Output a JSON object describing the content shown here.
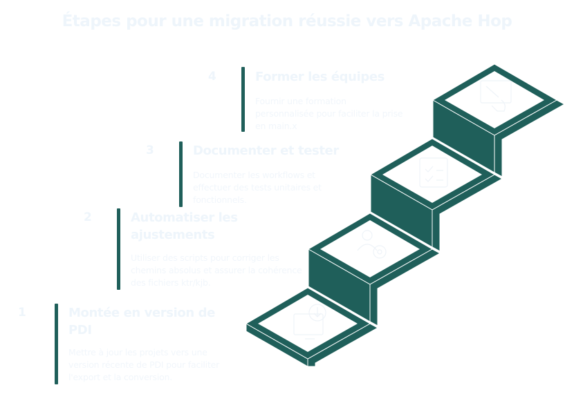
{
  "title": "Étapes pour une migration réussie vers Apache Hop",
  "colors": {
    "accent": "#1f5f5a",
    "text_faint": "#eef5fb",
    "background": "#ffffff"
  },
  "steps": [
    {
      "number": "1",
      "title": "Montée en version de PDI",
      "description": "Mettre à jour les projets vers une version récente de PDI pour faciliter l'export et la conversion.",
      "icon": "monitor-download-icon"
    },
    {
      "number": "2",
      "title": "Automatiser les ajustements",
      "description": "Utiliser des scripts pour corriger les chemins absolus et assurer la cohérence des fichiers ktr/kjb.",
      "icon": "user-gear-icon"
    },
    {
      "number": "3",
      "title": "Documenter et tester",
      "description": "Documenter les workflows et effectuer des tests unitaires et fonctionnels.",
      "icon": "checklist-icon"
    },
    {
      "number": "4",
      "title": "Former les équipes",
      "description": "Fournir une formation personnalisée pour faciliter la prise en main.x",
      "icon": "presentation-pointer-icon"
    }
  ]
}
